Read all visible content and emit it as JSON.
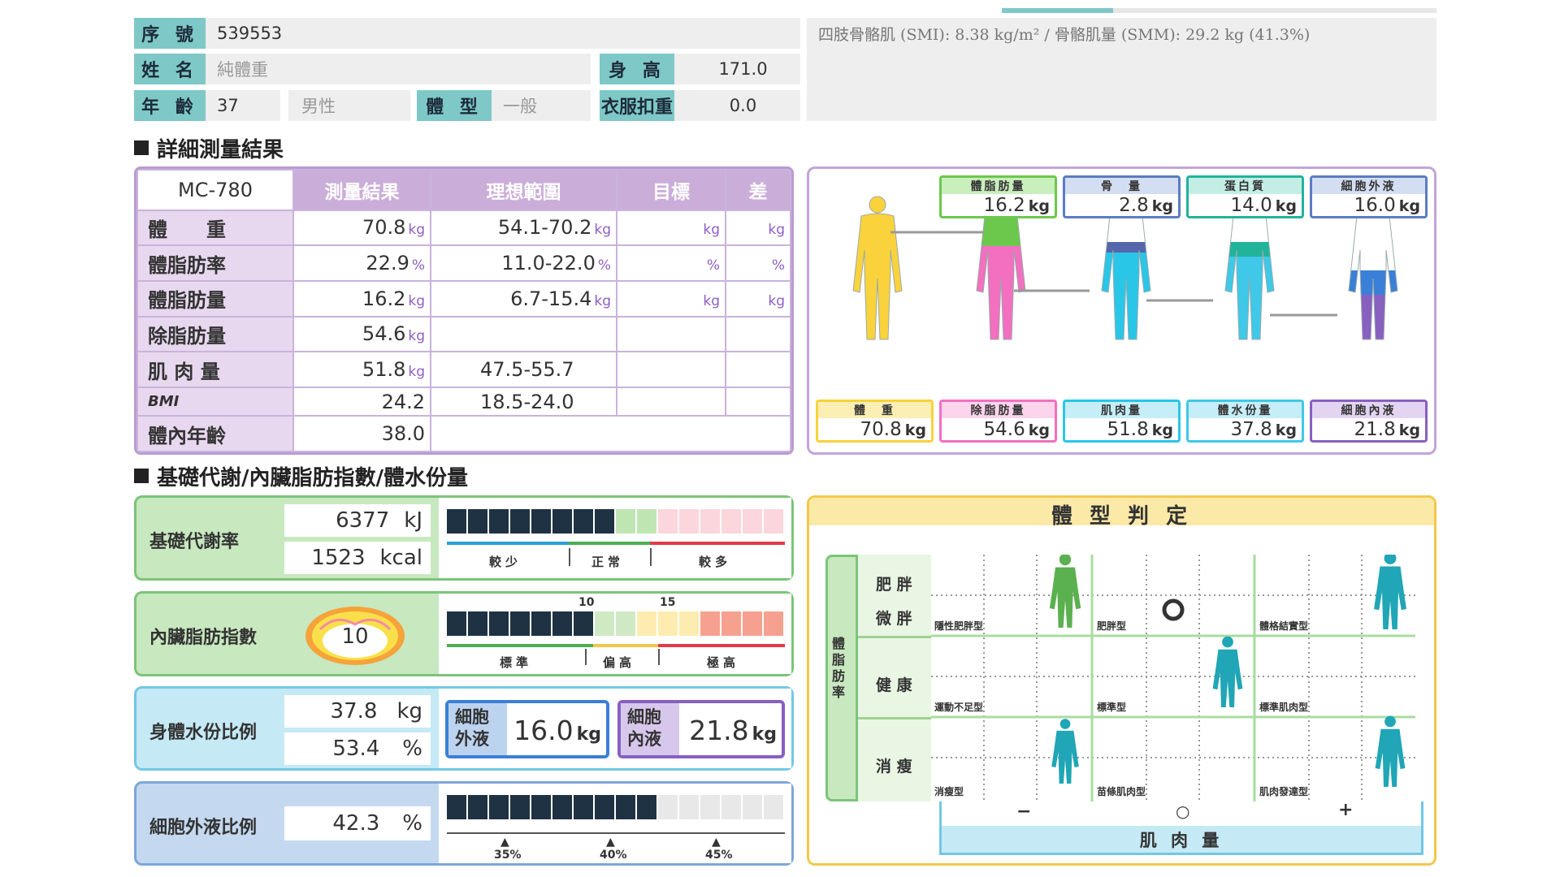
{
  "header": {
    "serial_label": "序 號",
    "serial_value": "539553",
    "name_label": "姓 名",
    "name_value": "純體重",
    "height_label": "身 高",
    "height_value": "171.0",
    "age_label": "年 齡",
    "age_value": "37",
    "gender_value": "男性",
    "body_type_label": "體 型",
    "body_type_value": "一般",
    "clothes_label": "衣服扣重",
    "clothes_value": "0.0",
    "smi_text": "四肢骨骼肌 (SMI): 8.38 kg/m² / 骨骼肌量 (SMM): 29.2 kg (41.3%)"
  },
  "section1": {
    "title": "詳細測量結果"
  },
  "table": {
    "model": "MC-780",
    "col_result": "測量結果",
    "col_range": "理想範圍",
    "col_target": "目標",
    "col_diff": "差",
    "rows": [
      {
        "label": "體　　重",
        "value": "70.8",
        "unit": "kg",
        "range": "54.1-70.2",
        "range_unit": "kg",
        "target_unit": "kg",
        "diff_unit": "kg"
      },
      {
        "label": "體脂肪率",
        "value": "22.9",
        "unit": "%",
        "range": "11.0-22.0",
        "range_unit": "%",
        "target_unit": "%",
        "diff_unit": "%"
      },
      {
        "label": "體脂肪量",
        "value": "16.2",
        "unit": "kg",
        "range": "6.7-15.4",
        "range_unit": "kg",
        "target_unit": "kg",
        "diff_unit": "kg"
      },
      {
        "label": "除脂肪量",
        "value": "54.6",
        "unit": "kg",
        "range": "",
        "range_unit": "",
        "target_unit": "",
        "diff_unit": ""
      },
      {
        "label": "肌 肉 量",
        "value": "51.8",
        "unit": "kg",
        "range": "47.5-55.7",
        "range_unit": "",
        "target_unit": "",
        "diff_unit": ""
      },
      {
        "label": "BMI",
        "value": "24.2",
        "unit": "",
        "range": "18.5-24.0",
        "range_unit": "",
        "target_unit": "",
        "diff_unit": ""
      },
      {
        "label": "體內年齡",
        "value": "38.0",
        "unit": "",
        "range": "",
        "range_unit": "",
        "target_unit": "",
        "diff_unit": ""
      }
    ]
  },
  "composition": {
    "top": [
      {
        "title": "體脂肪量",
        "value": "16.2",
        "unit": "kg"
      },
      {
        "title": "骨　量",
        "value": "2.8",
        "unit": "kg"
      },
      {
        "title": "蛋白質",
        "value": "14.0",
        "unit": "kg"
      },
      {
        "title": "細胞外液",
        "value": "16.0",
        "unit": "kg"
      }
    ],
    "bottom": [
      {
        "title": "體　重",
        "value": "70.8",
        "unit": "kg"
      },
      {
        "title": "除脂肪量",
        "value": "54.6",
        "unit": "kg"
      },
      {
        "title": "肌肉量",
        "value": "51.8",
        "unit": "kg"
      },
      {
        "title": "體水份量",
        "value": "37.8",
        "unit": "kg"
      },
      {
        "title": "細胞內液",
        "value": "21.8",
        "unit": "kg"
      }
    ],
    "colors": {
      "yellow": "#f9d23c",
      "green": "#6cc84c",
      "pink": "#f36fbf",
      "cyan": "#29c6e8",
      "navy": "#5566aa",
      "teal": "#22b39b",
      "purple": "#8860c0",
      "blue": "#3a7fd8"
    }
  },
  "section2": {
    "title": "基礎代謝/內臟脂肪指數/體水份量"
  },
  "bmr": {
    "label": "基礎代謝率",
    "kj": "6377",
    "kj_unit": "kJ",
    "kcal": "1523",
    "kcal_unit": "kcal",
    "filled_bars": 8,
    "scale_low": "較少",
    "scale_normal": "正常",
    "scale_high": "較多"
  },
  "visceral": {
    "label": "內臟脂肪指數",
    "value": "10",
    "filled_bars": 7,
    "tick_10": "10",
    "tick_15": "15",
    "scale_standard": "標準",
    "scale_slight": "偏高",
    "scale_high": "極高"
  },
  "water": {
    "label": "身體水份比例",
    "kg": "37.8",
    "kg_unit": "kg",
    "pct": "53.4",
    "pct_unit": "%",
    "extra_label": "細胞外液",
    "extra_value": "16.0",
    "extra_unit": "kg",
    "intra_label": "細胞內液",
    "intra_value": "21.8",
    "intra_unit": "kg"
  },
  "ecw": {
    "label": "細胞外液比例",
    "value": "42.3",
    "unit": "%",
    "filled_bars": 10,
    "tick_35": "35%",
    "tick_40": "40%",
    "tick_45": "45%"
  },
  "bodytype": {
    "title": "體 型 判 定",
    "y_axis": "體脂肪率",
    "rows": [
      "肥 胖",
      "微 胖",
      "健 康",
      "消 瘦"
    ],
    "cells": [
      "隱性肥胖型",
      "肥胖型",
      "體格結實型",
      "運動不足型",
      "標準型",
      "標準肌肉型",
      "消瘦型",
      "苗條肌肉型",
      "肌肉發達型"
    ],
    "x_minus": "−",
    "x_zero": "○",
    "x_plus": "+",
    "x_axis": "肌 肉 量",
    "marker": "O"
  }
}
